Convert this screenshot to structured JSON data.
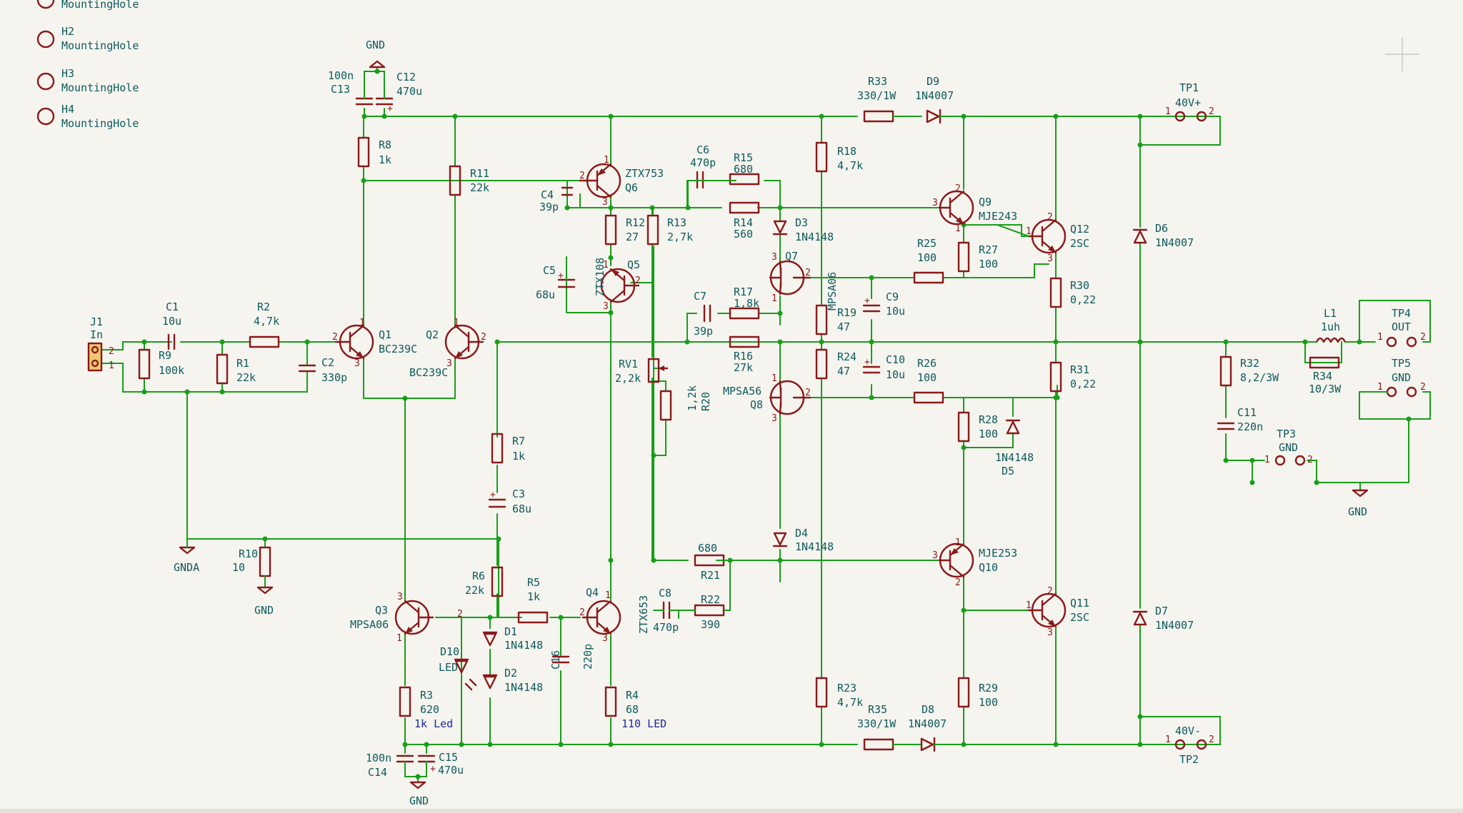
{
  "mounting_holes": [
    {
      "ref": "",
      "value": "MountingHole"
    },
    {
      "ref": "H2",
      "value": "MountingHole"
    },
    {
      "ref": "H3",
      "value": "MountingHole"
    },
    {
      "ref": "H4",
      "value": "MountingHole"
    }
  ],
  "power": {
    "gnd": "GND",
    "gnda": "GNDA"
  },
  "input": {
    "ref": "J1",
    "value": "In",
    "pin1": "1",
    "pin2": "2"
  },
  "resistors": [
    {
      "id": "R1",
      "value": "22k"
    },
    {
      "id": "R2",
      "value": "4,7k"
    },
    {
      "id": "R3",
      "value": "620"
    },
    {
      "id": "R4",
      "value": "68"
    },
    {
      "id": "R5",
      "value": "1k"
    },
    {
      "id": "R6",
      "value": "22k"
    },
    {
      "id": "R7",
      "value": "1k"
    },
    {
      "id": "R8",
      "value": "1k"
    },
    {
      "id": "R9",
      "value": "100k"
    },
    {
      "id": "R10",
      "value": "10"
    },
    {
      "id": "R11",
      "value": "22k"
    },
    {
      "id": "R12",
      "value": "27"
    },
    {
      "id": "R13",
      "value": "2,7k"
    },
    {
      "id": "R14",
      "value": "560"
    },
    {
      "id": "R15",
      "value": "680"
    },
    {
      "id": "R16",
      "value": "27k"
    },
    {
      "id": "R17",
      "value": "1,8k"
    },
    {
      "id": "R18",
      "value": "4,7k"
    },
    {
      "id": "R19",
      "value": "47"
    },
    {
      "id": "R20",
      "value": "1,2k"
    },
    {
      "id": "R21",
      "value": "680"
    },
    {
      "id": "R22",
      "value": "390"
    },
    {
      "id": "R23",
      "value": "4,7k"
    },
    {
      "id": "R24",
      "value": "47"
    },
    {
      "id": "R25",
      "value": "100"
    },
    {
      "id": "R26",
      "value": "100"
    },
    {
      "id": "R27",
      "value": "100"
    },
    {
      "id": "R28",
      "value": "100"
    },
    {
      "id": "R29",
      "value": "100"
    },
    {
      "id": "R30",
      "value": "0,22"
    },
    {
      "id": "R31",
      "value": "0,22"
    },
    {
      "id": "R32",
      "value": "8,2/3W"
    },
    {
      "id": "R33",
      "value": "330/1W"
    },
    {
      "id": "R34",
      "value": "10/3W"
    },
    {
      "id": "R35",
      "value": "330/1W"
    }
  ],
  "capacitors": [
    {
      "id": "C1",
      "value": "10u"
    },
    {
      "id": "C2",
      "value": "330p"
    },
    {
      "id": "C3",
      "value": "68u"
    },
    {
      "id": "C4",
      "value": "39p"
    },
    {
      "id": "C5",
      "value": "68u"
    },
    {
      "id": "C6",
      "value": "470p"
    },
    {
      "id": "C7",
      "value": "39p"
    },
    {
      "id": "C8",
      "value": "470p"
    },
    {
      "id": "C9",
      "value": "10u"
    },
    {
      "id": "C10",
      "value": "10u"
    },
    {
      "id": "C11",
      "value": "220n"
    },
    {
      "id": "C12",
      "value": "470u"
    },
    {
      "id": "C13",
      "value": "100n"
    },
    {
      "id": "C14",
      "value": "100n"
    },
    {
      "id": "C15",
      "value": "470u"
    },
    {
      "id": "C16",
      "value": "220p"
    }
  ],
  "transistors": [
    {
      "id": "Q1",
      "value": "BC239C"
    },
    {
      "id": "Q2",
      "value": "BC239C"
    },
    {
      "id": "Q3",
      "value": "MPSA06"
    },
    {
      "id": "Q4",
      "value": "ZTX653"
    },
    {
      "id": "Q5",
      "value": "ZTX108"
    },
    {
      "id": "Q6",
      "value": "ZTX753"
    },
    {
      "id": "Q7",
      "value": "MPSA06"
    },
    {
      "id": "Q8",
      "value": "MPSA56"
    },
    {
      "id": "Q9",
      "value": "MJE243"
    },
    {
      "id": "Q10",
      "value": "MJE253"
    },
    {
      "id": "Q11",
      "value": "2SC"
    },
    {
      "id": "Q12",
      "value": "2SC"
    }
  ],
  "diodes": [
    {
      "id": "D1",
      "value": "1N4148"
    },
    {
      "id": "D2",
      "value": "1N4148"
    },
    {
      "id": "D3",
      "value": "1N4148"
    },
    {
      "id": "D4",
      "value": "1N4148"
    },
    {
      "id": "D5",
      "value": "1N4148"
    },
    {
      "id": "D6",
      "value": "1N4007"
    },
    {
      "id": "D7",
      "value": "1N4007"
    },
    {
      "id": "D8",
      "value": "1N4007"
    },
    {
      "id": "D9",
      "value": "1N4007"
    },
    {
      "id": "D10",
      "value": "LED"
    }
  ],
  "inductor": {
    "id": "L1",
    "value": "1uh"
  },
  "pot": {
    "id": "RV1",
    "value": "2,2k"
  },
  "testpoints": [
    {
      "id": "TP1",
      "value": "40V+"
    },
    {
      "id": "TP2",
      "value": "40V-"
    },
    {
      "id": "TP3",
      "value": "GND"
    },
    {
      "id": "TP4",
      "value": "OUT"
    },
    {
      "id": "TP5",
      "value": "GND"
    }
  ],
  "notes": {
    "r3_note": "1k Led",
    "r4_note": "110 LED"
  }
}
